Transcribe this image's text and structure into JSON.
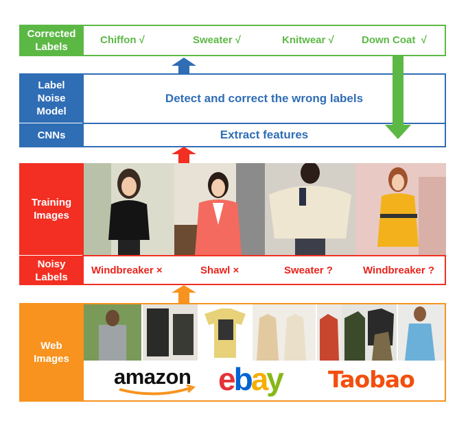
{
  "rows": {
    "corrected": {
      "label": "Corrected\nLabels",
      "items": [
        "Chiffon √",
        "Sweater √",
        "Knitwear √",
        "Down Coat  √"
      ]
    },
    "noise_model": {
      "label": "Label\nNoise\nModel",
      "text": "Detect and correct the wrong labels"
    },
    "cnns": {
      "label": "CNNs",
      "text": "Extract features"
    },
    "training": {
      "label": "Training\nImages"
    },
    "noisy": {
      "label": "Noisy\nLabels",
      "items": [
        "Windbreaker ×",
        "Shawl ×",
        "Sweater ?",
        "Windbreaker ?"
      ]
    },
    "web": {
      "label": "Web\nImages",
      "logos": [
        "amazon",
        "ebay",
        "Taobao"
      ]
    }
  },
  "colors": {
    "green": "#5cb845",
    "blue": "#2f6db5",
    "red": "#f22f22",
    "orange": "#f7931e"
  }
}
